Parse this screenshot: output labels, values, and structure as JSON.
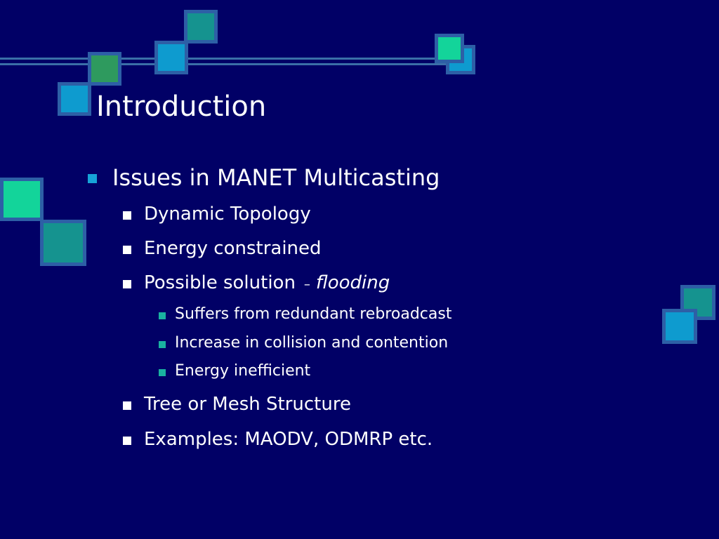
{
  "slide": {
    "title": "Introduction",
    "bullets": {
      "b1": "Issues in MANET Multicasting",
      "b1_1": "Dynamic Topology",
      "b1_2": "Energy constrained",
      "b1_3_prefix": "Possible solution",
      "b1_3_dash": "–",
      "b1_3_emph": "flooding",
      "b1_3_1": "Suffers from redundant rebroadcast",
      "b1_3_2": "Increase in collision and contention",
      "b1_3_3": "Energy inefficient",
      "b1_4": "Tree or Mesh Structure",
      "b1_5": "Examples: MAODV, ODMRP etc."
    }
  },
  "colors": {
    "background": "#010066",
    "bullet_level1": "#16a3d8",
    "bullet_level2": "#ffffff",
    "bullet_level3": "#1ab2a0"
  }
}
